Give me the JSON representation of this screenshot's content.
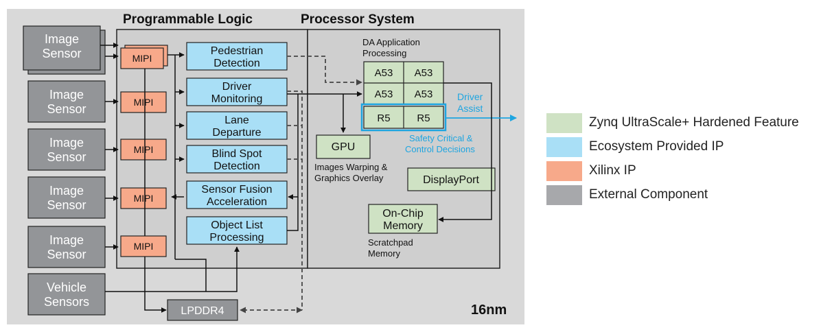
{
  "sections": {
    "programmable_logic": "Programmable Logic",
    "processor_system": "Processor System",
    "process_node": "16nm"
  },
  "sensors": [
    [
      "Image",
      "Sensor"
    ],
    [
      "Image",
      "Sensor"
    ],
    [
      "Image",
      "Sensor"
    ],
    [
      "Image",
      "Sensor"
    ],
    [
      "Image",
      "Sensor"
    ],
    [
      "Vehicle",
      "Sensors"
    ]
  ],
  "mipi_label": "MIPI",
  "ip_blocks": [
    [
      "Pedestrian",
      "Detection"
    ],
    [
      "Driver",
      "Monitoring"
    ],
    [
      "Lane",
      "Departure"
    ],
    [
      "Blind Spot",
      "Detection"
    ],
    [
      "Sensor Fusion",
      "Acceleration"
    ],
    [
      "Object List",
      "Processing"
    ]
  ],
  "ps": {
    "da_app": [
      "DA Application",
      "Processing"
    ],
    "a53": "A53",
    "r5": "R5",
    "driver_assist": [
      "Driver",
      "Assist"
    ],
    "safety": [
      "Safety Critical &",
      "Control Decisions"
    ],
    "gpu": "GPU",
    "gpu_caption": [
      "Images Warping &",
      "Graphics Overlay"
    ],
    "displayport": "DisplayPort",
    "ocm": [
      "On-Chip",
      "Memory"
    ],
    "ocm_caption": [
      "Scratchpad",
      "Memory"
    ]
  },
  "lpddr4": "LPDDR4",
  "legend": [
    {
      "label": "Zynq UltraScale+ Hardened Feature",
      "color": "#cfe2c4"
    },
    {
      "label": "Ecosystem Provided IP",
      "color": "#a9dff6"
    },
    {
      "label": "Xilinx IP",
      "color": "#f7a98a"
    },
    {
      "label": "External Component",
      "color": "#a7a8ab"
    }
  ],
  "colors": {
    "panel": "#d9d9d9",
    "block_fill": "#cfcfcf",
    "sensor": "#939598",
    "ecosystem": "#a9dff6",
    "xilinx": "#f7a98a",
    "hardened": "#cfe2c4",
    "accent_blue": "#1ea5e0"
  }
}
